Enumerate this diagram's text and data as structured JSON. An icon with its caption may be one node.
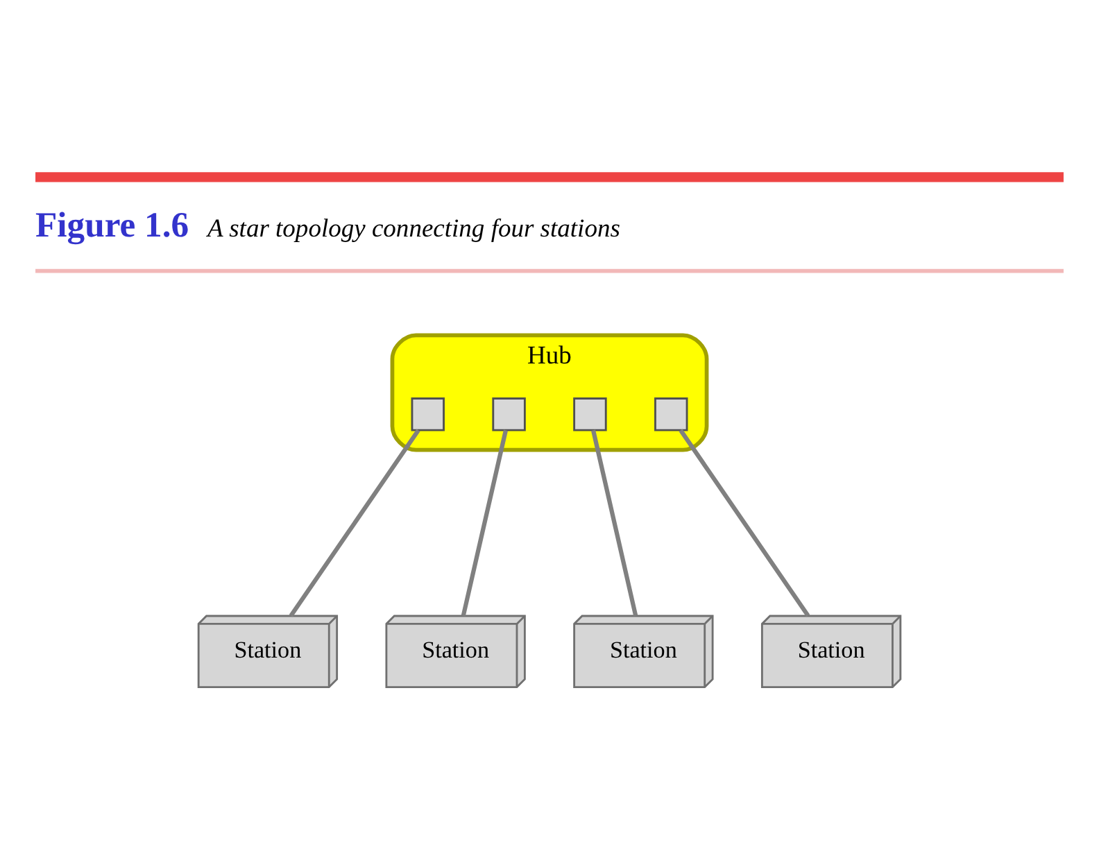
{
  "diagram": {
    "title": "Figure 1.6",
    "caption": "A star topology connecting four stations",
    "nodes": [
      {
        "text": [
          "Hub"
        ]
      },
      {
        "text": [],
        "shape": "box",
        "in": 0
      },
      {
        "text": [],
        "shape": "box",
        "in": 0
      },
      {
        "text": [],
        "shape": "box",
        "in": 0
      },
      {
        "text": [],
        "shape": "box",
        "in": 0
      },
      {
        "text": [
          "Station"
        ]
      },
      {
        "text": [
          "Station"
        ]
      },
      {
        "text": [
          "Station"
        ]
      },
      {
        "text": [
          "Station"
        ]
      }
    ],
    "edges": [
      {
        "from": 1,
        "to": 5,
        "arrow": "none"
      },
      {
        "from": 2,
        "to": 6,
        "arrow": "none"
      },
      {
        "from": 3,
        "to": 7,
        "arrow": "none"
      },
      {
        "from": 4,
        "to": 8,
        "arrow": "none"
      }
    ]
  }
}
